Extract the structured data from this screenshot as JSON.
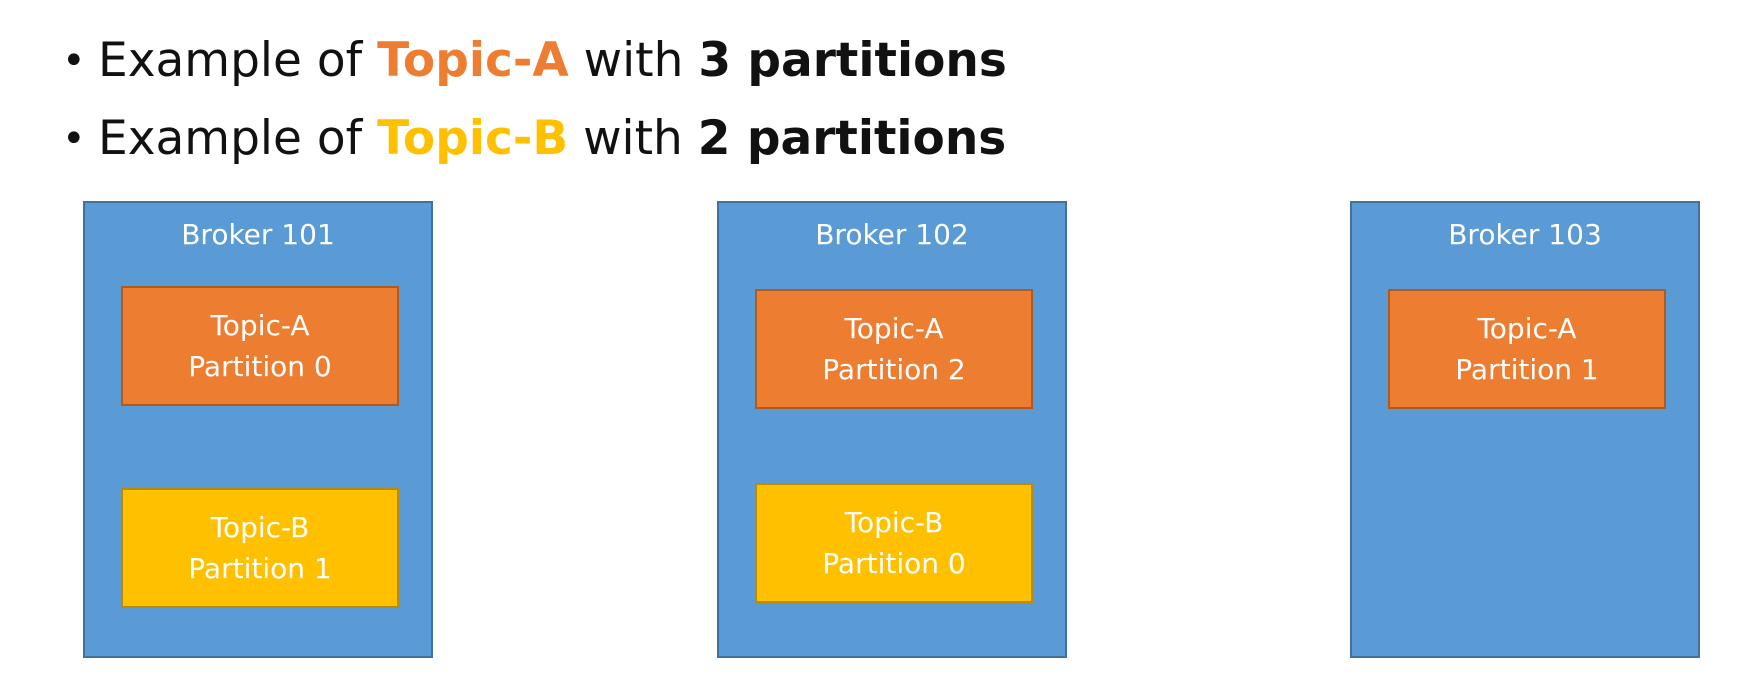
{
  "bullets": [
    {
      "prefix": "Example of ",
      "topic": "Topic-A",
      "middle": " with ",
      "partitions": "3 partitions"
    },
    {
      "prefix": "Example of ",
      "topic": "Topic-B",
      "middle": " with ",
      "partitions": "2 partitions"
    }
  ],
  "brokers": [
    {
      "title": "Broker 101",
      "partitions": [
        {
          "topic": "Topic-A",
          "label": "Partition 0"
        },
        {
          "topic": "Topic-B",
          "label": "Partition 1"
        }
      ]
    },
    {
      "title": "Broker 102",
      "partitions": [
        {
          "topic": "Topic-A",
          "label": "Partition 2"
        },
        {
          "topic": "Topic-B",
          "label": "Partition 0"
        }
      ]
    },
    {
      "title": "Broker 103",
      "partitions": [
        {
          "topic": "Topic-A",
          "label": "Partition 1"
        }
      ]
    }
  ],
  "colors": {
    "topic_a": "#ED7D31",
    "topic_b": "#FFC000",
    "broker": "#5B9BD5"
  }
}
